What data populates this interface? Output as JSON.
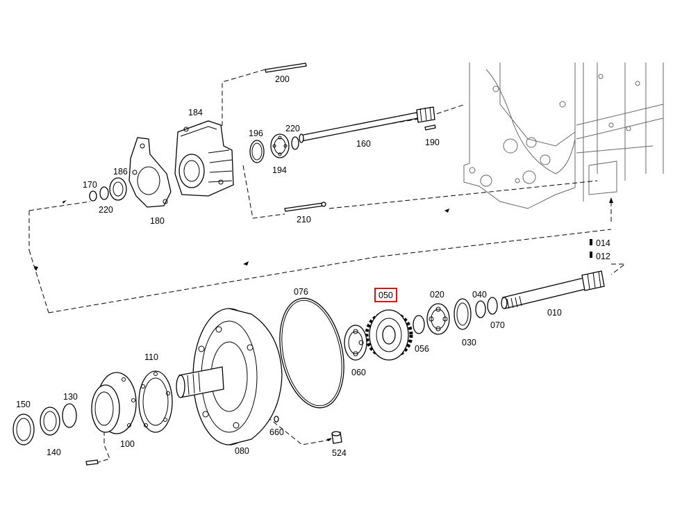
{
  "diagram": {
    "highlight_color": "#dd1111",
    "highlighted_part": "050",
    "part_labels": {
      "p200": "200",
      "p184": "184",
      "p196": "196",
      "p220a": "220",
      "p194": "194",
      "p160": "160",
      "p190": "190",
      "p186": "186",
      "p170": "170",
      "p220b": "220",
      "p180": "180",
      "p210": "210",
      "p014": "014",
      "p012": "012",
      "p076": "076",
      "p050": "050",
      "p020": "020",
      "p040": "040",
      "p010": "010",
      "p070": "070",
      "p030": "030",
      "p056": "056",
      "p060": "060",
      "p110": "110",
      "p150": "150",
      "p130": "130",
      "p140": "140",
      "p100": "100",
      "p660": "660",
      "p080": "080",
      "p524": "524"
    }
  }
}
